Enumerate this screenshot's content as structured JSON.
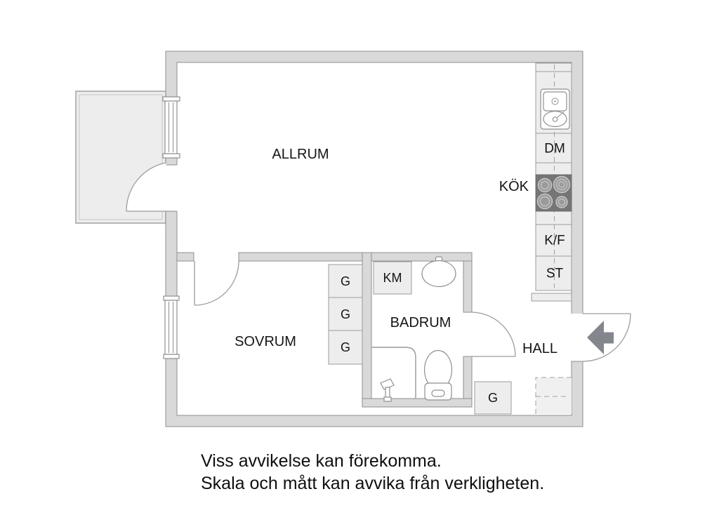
{
  "plan": {
    "rooms": {
      "allrum": {
        "label": "ALLRUM"
      },
      "kok": {
        "label": "KÖK"
      },
      "sovrum": {
        "label": "SOVRUM"
      },
      "badrum": {
        "label": "BADRUM"
      },
      "hall": {
        "label": "HALL"
      }
    },
    "appliances": {
      "dm": "DM",
      "kf": "K/F",
      "st": "ST",
      "km": "KM"
    },
    "wardrobe_label": "G",
    "colors": {
      "wall": "#d9d9d9",
      "wall_stroke": "#8f8f8f",
      "cabinet": "#ededed",
      "cabinet_stroke": "#9b9b9b",
      "stove": "#757575",
      "arrow": "#83868d",
      "balcony": "#ededed"
    }
  },
  "footer": {
    "line1": "Viss avvikelse kan förekomma.",
    "line2": "Skala och mått kan avvika från verkligheten."
  }
}
